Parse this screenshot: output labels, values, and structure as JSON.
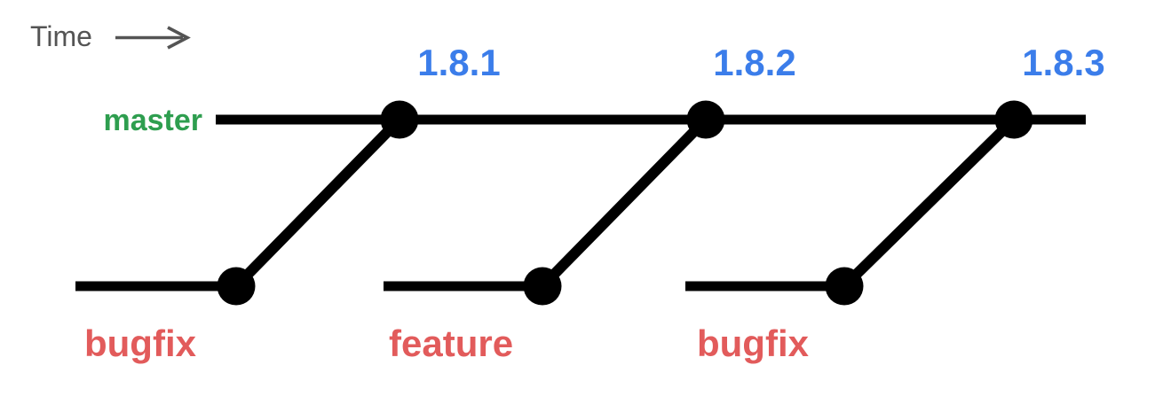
{
  "diagram": {
    "time_axis": {
      "label": "Time"
    },
    "master_branch": {
      "label": "master"
    },
    "release_tags": [
      {
        "label": "1.8.1"
      },
      {
        "label": "1.8.2"
      },
      {
        "label": "1.8.3"
      }
    ],
    "topic_branches": [
      {
        "label": "bugfix"
      },
      {
        "label": "feature"
      },
      {
        "label": "bugfix"
      }
    ],
    "colors": {
      "time_text": "#545454",
      "master_green": "#2E9E4F",
      "tag_blue": "#3B7DEA",
      "branch_red": "#E25B5B",
      "line_black": "#000000"
    }
  }
}
